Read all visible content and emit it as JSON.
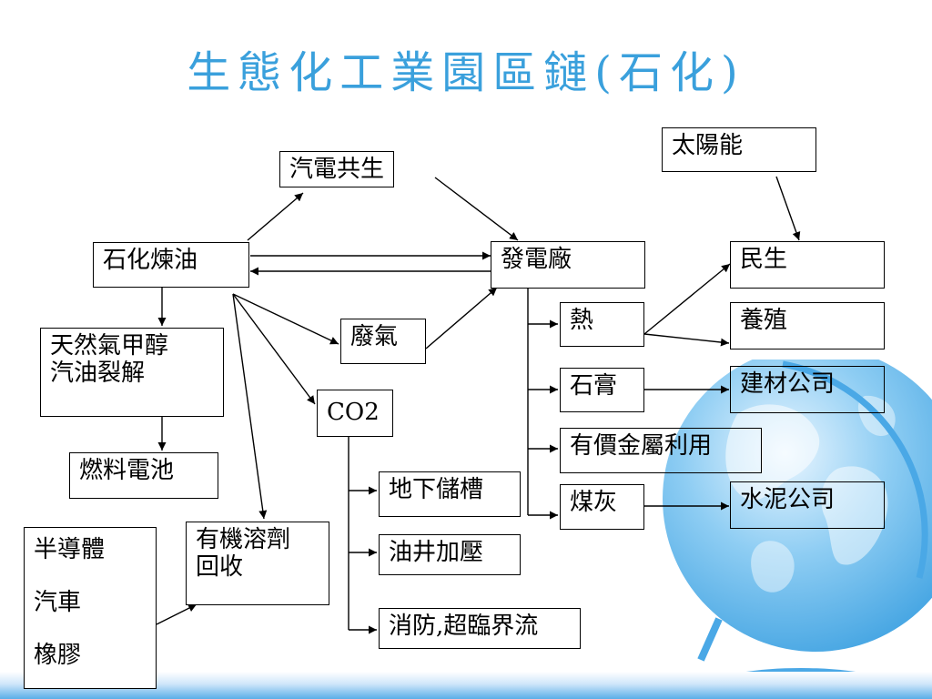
{
  "slide": {
    "title": "生態化工業園區鏈(石化)"
  },
  "nodes": {
    "cogeneration": "汽電共生",
    "solar": "太陽能",
    "refinery": "石化煉油",
    "power_plant": "發電廠",
    "residential": "民生",
    "heat": "熱",
    "aquaculture": "養殖",
    "natural_gas": [
      "天然氣甲醇",
      "汽油裂解"
    ],
    "waste_gas": "廢氣",
    "gypsum": "石膏",
    "building_company": "建材公司",
    "co2": "CO2",
    "precious_metals": "有價金屬利用",
    "fuel_cell": "燃料電池",
    "storage": "地下儲槽",
    "fly_ash": "煤灰",
    "cement_company": "水泥公司",
    "solvent_recovery": [
      "有機溶劑",
      "回收"
    ],
    "industries": [
      "半導體",
      "汽車",
      "橡膠"
    ],
    "oil_well": "油井加壓",
    "fire_supercritical": "消防,超臨界流"
  },
  "colors": {
    "title": "#3aa0dc",
    "globe": "#5cb3ea",
    "bar": "#5aaee8"
  }
}
